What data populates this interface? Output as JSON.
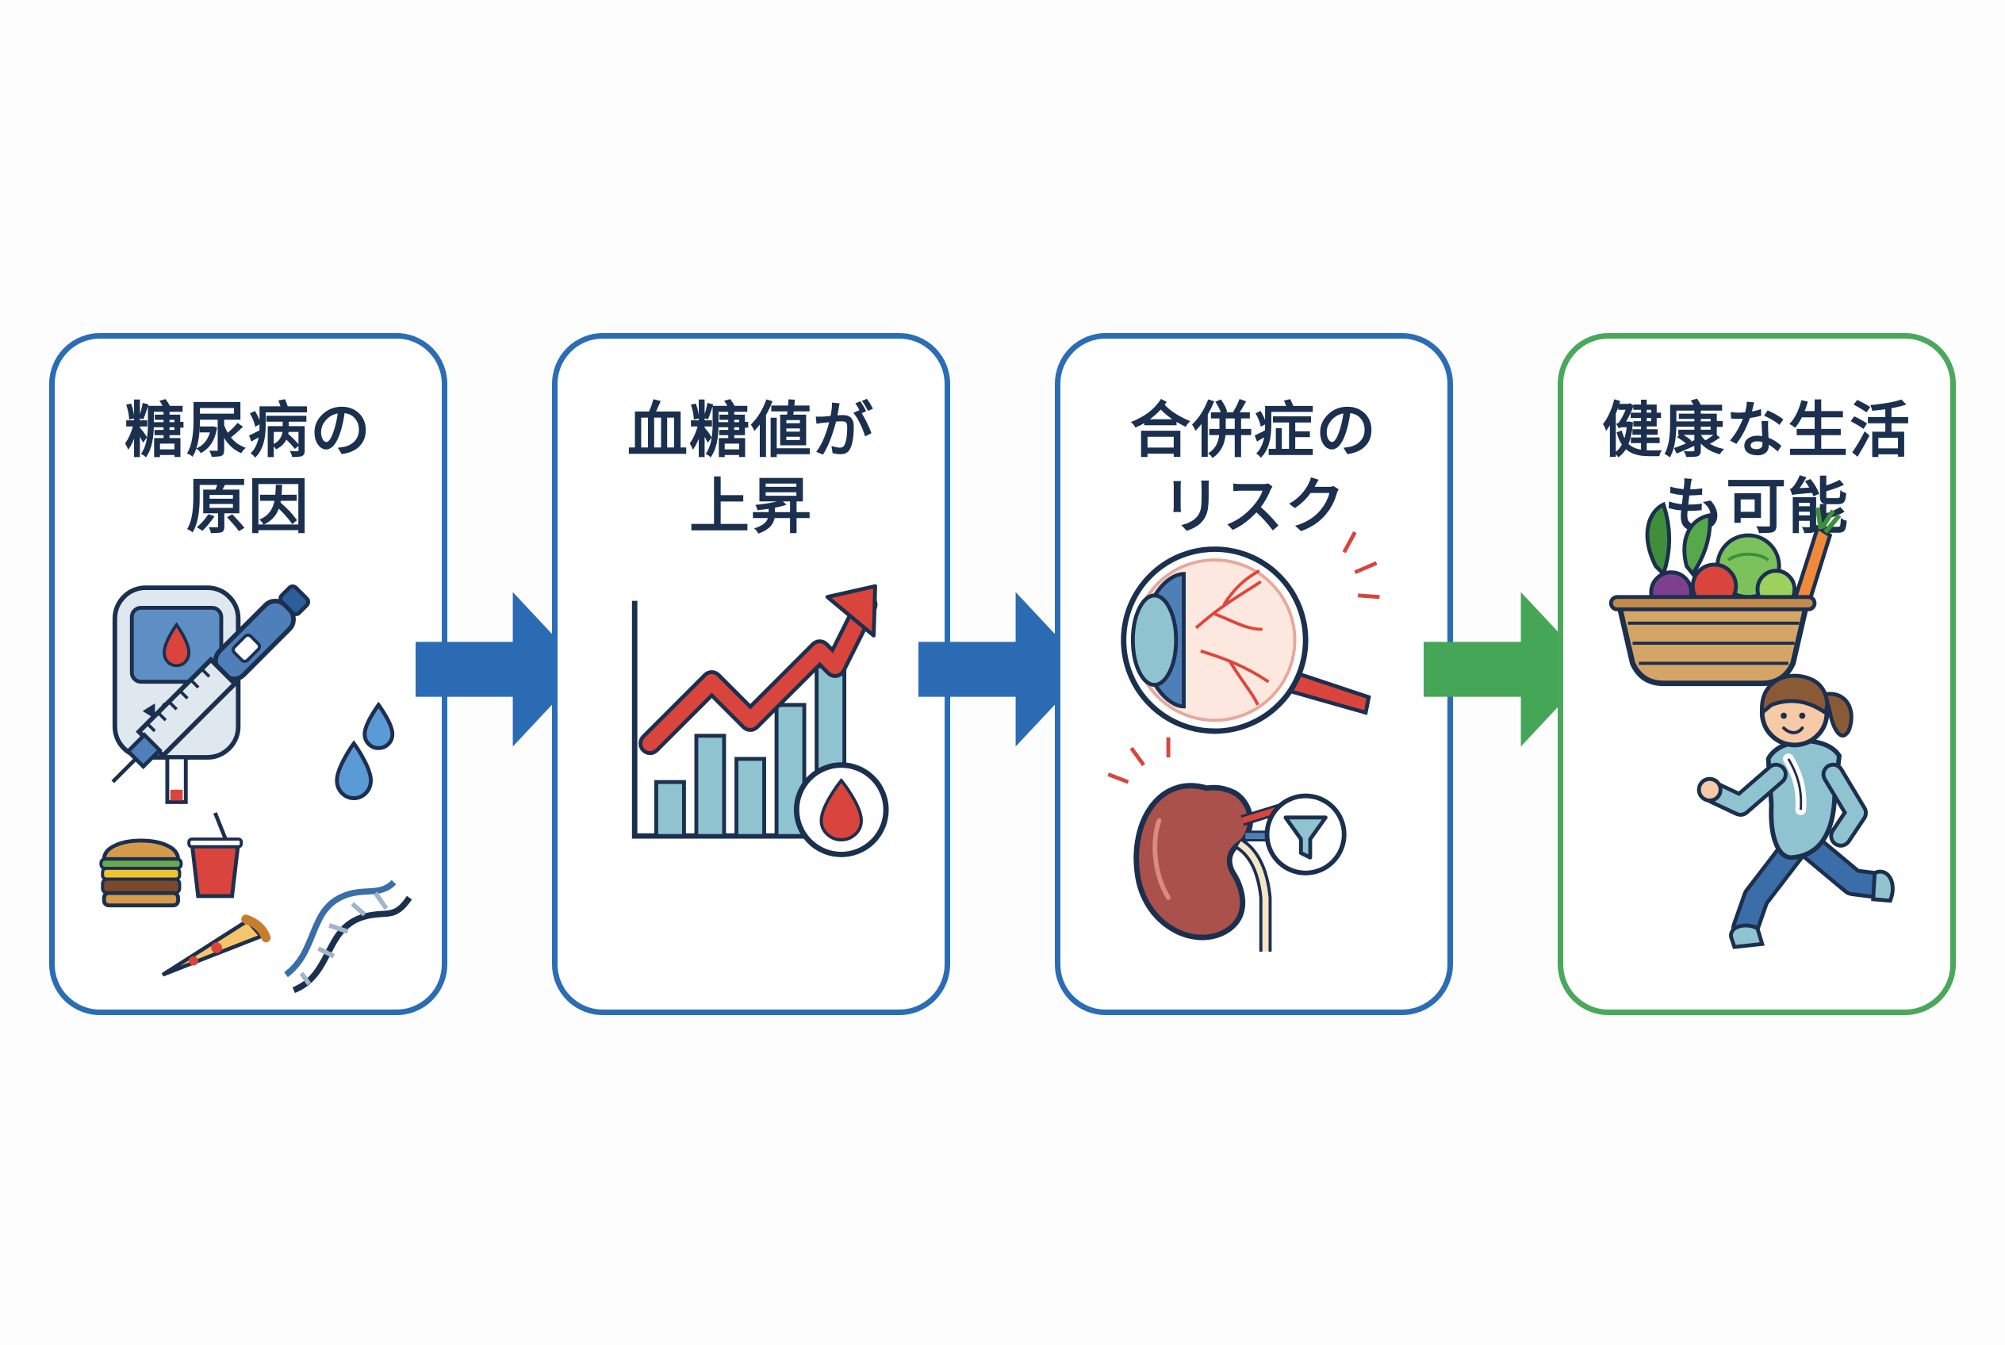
{
  "colors": {
    "blue_border": "#2a6db5",
    "green_border": "#4aa85b",
    "arrow_blue": "#2b6bb3",
    "arrow_green": "#46a657",
    "title_text": "#1b2f4e"
  },
  "steps": [
    {
      "line1": "糖尿病の",
      "line2": "原因",
      "icons": [
        "glucose-meter-icon",
        "insulin-pen-icon",
        "water-drops-icon",
        "burger-icon",
        "drink-cup-icon",
        "pizza-icon",
        "dna-icon"
      ]
    },
    {
      "line1": "血糖値が",
      "line2": "上昇",
      "icons": [
        "rising-bar-chart-icon",
        "blood-drop-icon"
      ]
    },
    {
      "line1": "合併症の",
      "line2": "リスク",
      "icons": [
        "eye-retina-icon",
        "kidney-icon",
        "filter-funnel-icon"
      ]
    },
    {
      "line1": "健康な生活",
      "line2": "も可能",
      "icons": [
        "vegetable-basket-icon",
        "running-woman-icon"
      ]
    }
  ],
  "connectors": [
    "arrow-right-icon",
    "arrow-right-icon",
    "arrow-right-icon"
  ]
}
